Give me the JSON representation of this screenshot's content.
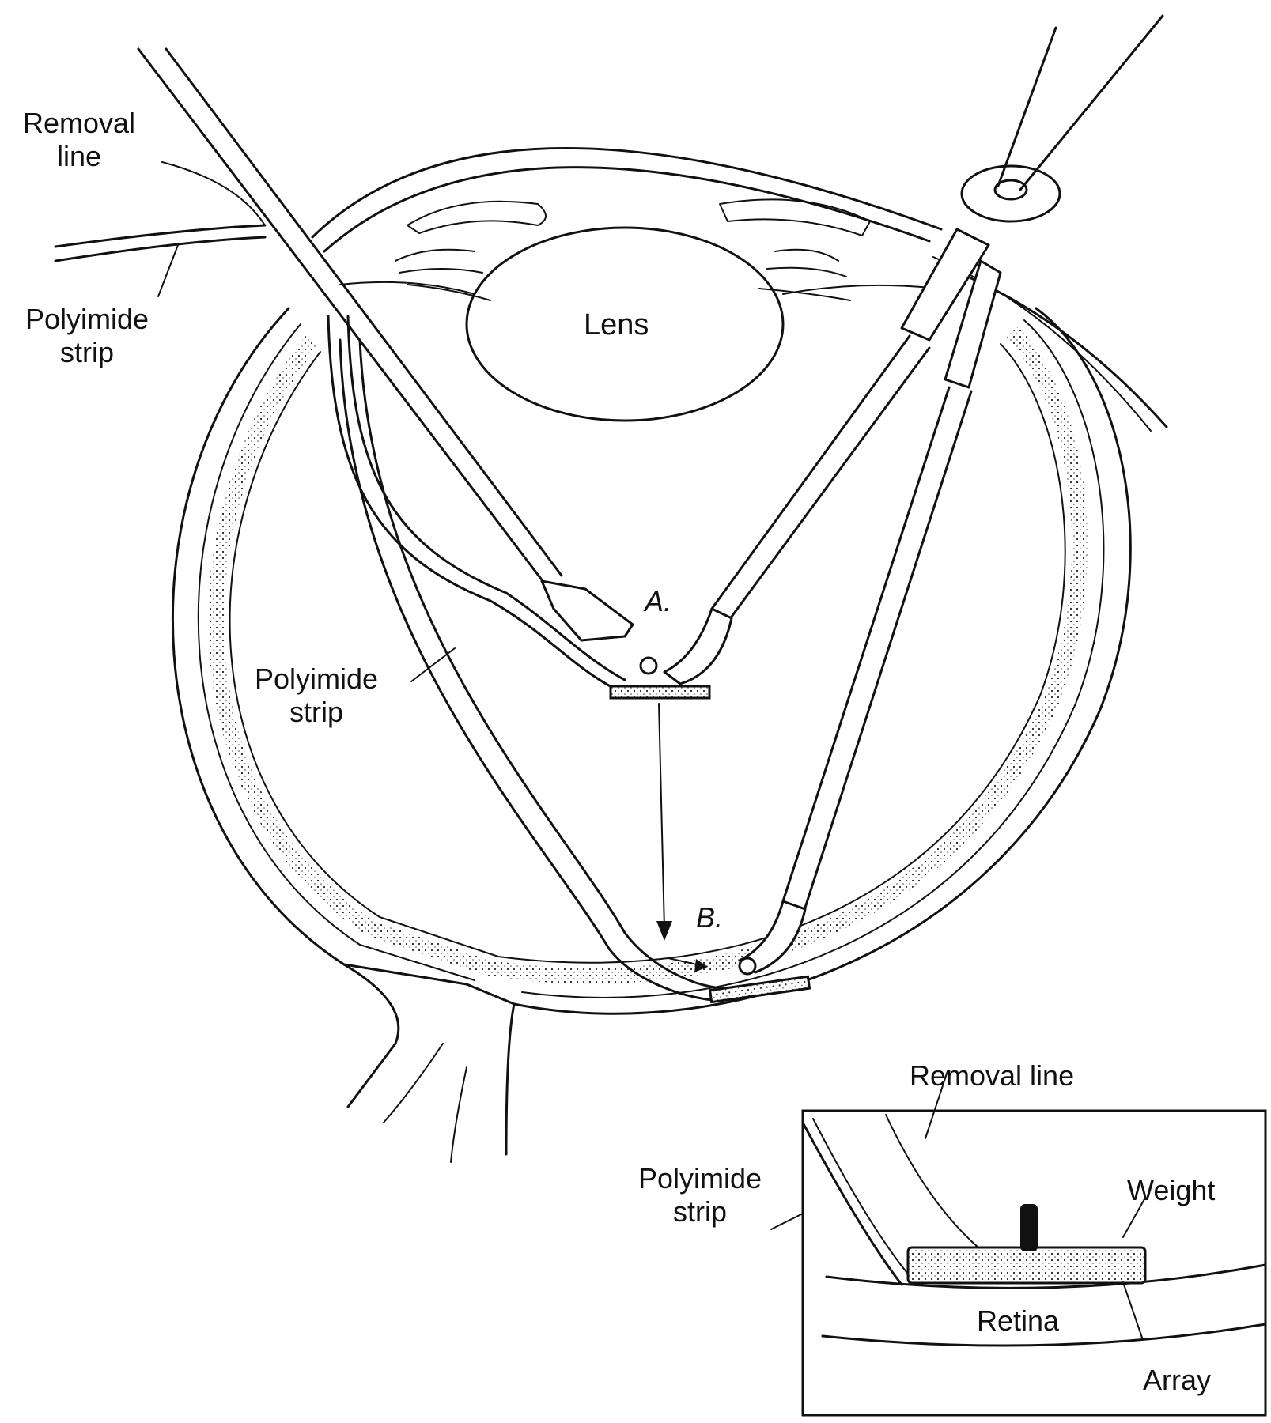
{
  "labels": {
    "removal_line_top": "Removal\nline",
    "polyimide_strip_top": "Polyimide\nstrip",
    "lens": "Lens",
    "stage_a": "A.",
    "polyimide_strip_mid": "Polyimide\nstrip",
    "stage_b": "B.",
    "removal_line_inset": "Removal line",
    "polyimide_strip_inset": "Polyimide\nstrip",
    "weight": "Weight",
    "retina": "Retina",
    "array": "Array"
  },
  "colors": {
    "ink": "#111111",
    "paper": "#ffffff",
    "stipple": "#d9d4c8"
  }
}
